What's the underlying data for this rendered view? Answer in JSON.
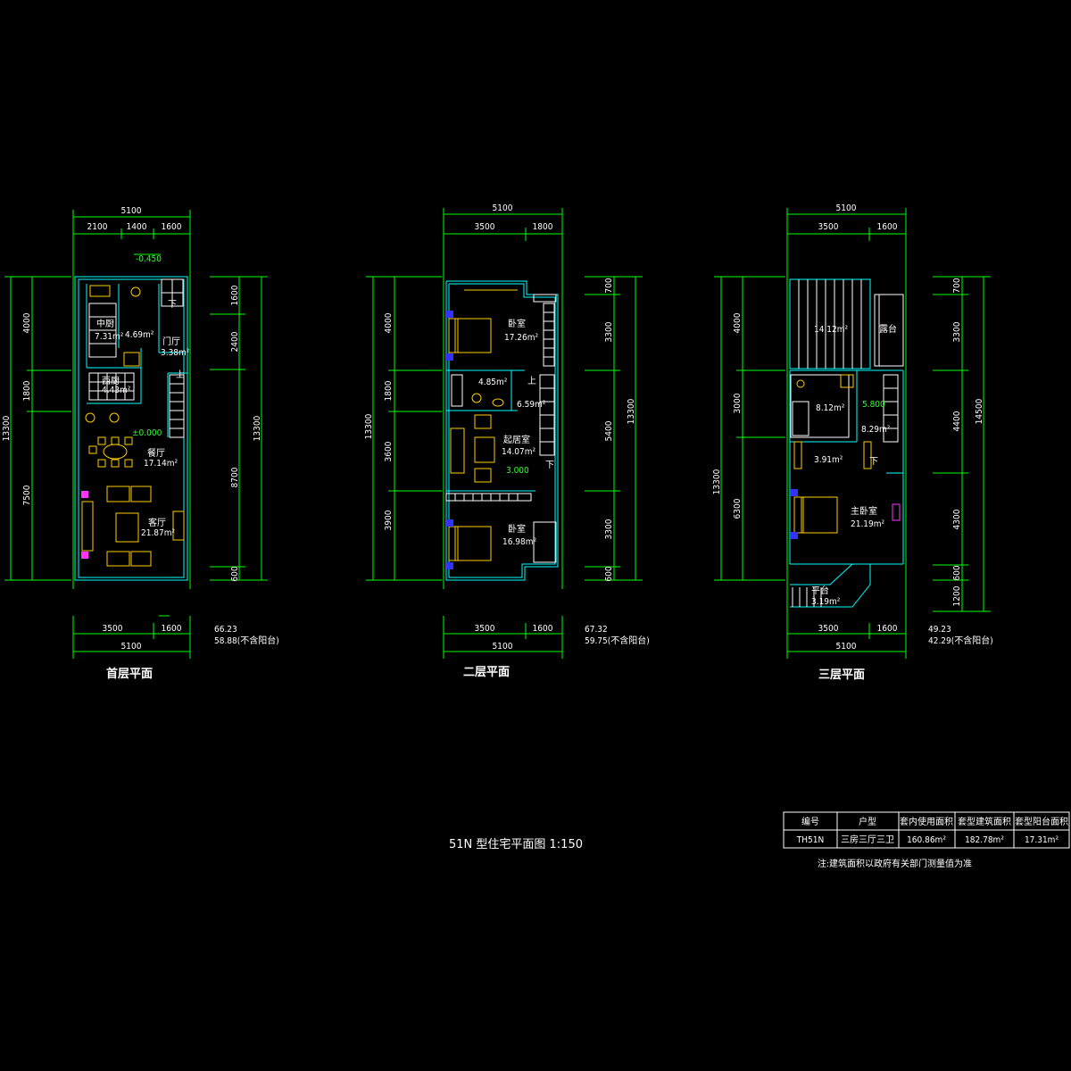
{
  "title": "51N  型住宅平面图 1:150",
  "plans": [
    {
      "caption": "首层平面",
      "top_total": "5100",
      "top_parts": [
        "2100",
        "1400",
        "1600"
      ],
      "bottom_parts": [
        "3500",
        "1600"
      ],
      "bottom_total": "5100",
      "left_total": "13300",
      "left_parts": [
        "4000",
        "1800",
        "7500"
      ],
      "right_total": "13300",
      "right_parts": [
        "1600",
        "2400",
        "8700",
        "600"
      ],
      "area_main": "66.23",
      "area_sub": "58.88(不含阳台)",
      "level_labels": [
        "-0.450",
        "±0.000"
      ],
      "rooms": [
        {
          "name": "中厨",
          "area": "7.31m²"
        },
        {
          "name": "",
          "area": "4.69m²"
        },
        {
          "name": "门厅",
          "area": "3.38m²"
        },
        {
          "name": "西厨",
          "area": "4.43m²"
        },
        {
          "name": "餐厅",
          "area": "17.14m²"
        },
        {
          "name": "客厅",
          "area": "21.87m²"
        }
      ],
      "marks": [
        "下",
        "上"
      ]
    },
    {
      "caption": "二层平面",
      "top_total": "5100",
      "top_parts": [
        "3500",
        "1800"
      ],
      "bottom_parts": [
        "3500",
        "1600"
      ],
      "bottom_total": "5100",
      "left_total": "13300",
      "left_parts": [
        "4000",
        "1800",
        "3600",
        "3900"
      ],
      "right_total": "13300",
      "right_parts": [
        "700",
        "3300",
        "5400",
        "3300",
        "600"
      ],
      "area_main": "67.32",
      "area_sub": "59.75(不含阳台)",
      "level_labels": [
        "3.000"
      ],
      "rooms": [
        {
          "name": "卧室",
          "area": "17.26m²"
        },
        {
          "name": "",
          "area": "4.85m²"
        },
        {
          "name": "",
          "area": "6.59m²"
        },
        {
          "name": "起居室",
          "area": "14.07m²"
        },
        {
          "name": "卧室",
          "area": "16.98m²"
        }
      ],
      "marks": [
        "上",
        "下"
      ]
    },
    {
      "caption": "三层平面",
      "top_total": "5100",
      "top_parts": [
        "3500",
        "1600"
      ],
      "bottom_parts": [
        "3500",
        "1600"
      ],
      "bottom_total": "5100",
      "left_total": "13300",
      "left_parts": [
        "4000",
        "3000",
        "6300"
      ],
      "right_total": "14500",
      "right_parts": [
        "700",
        "3300",
        "4400",
        "4300",
        "600",
        "1200"
      ],
      "area_main": "49.23",
      "area_sub": "42.29(不含阳台)",
      "level_labels": [
        "5.800"
      ],
      "rooms": [
        {
          "name": "",
          "area": "14.12m²"
        },
        {
          "name": "露台",
          "area": ""
        },
        {
          "name": "",
          "area": "8.12m²"
        },
        {
          "name": "",
          "area": "8.29m²"
        },
        {
          "name": "",
          "area": "3.91m²"
        },
        {
          "name": "主卧室",
          "area": "21.19m²"
        },
        {
          "name": "平台",
          "area": "3.19m²"
        }
      ],
      "marks": [
        "下"
      ]
    }
  ],
  "table": {
    "headers": [
      "编号",
      "户型",
      "套内使用面积",
      "套型建筑面积",
      "套型阳台面积"
    ],
    "row": [
      "TH51N",
      "三房三厅三卫",
      "160.86m²",
      "182.78m²",
      "17.31m²"
    ],
    "note": "注:建筑面积以政府有关部门测量值为准"
  },
  "colors": {
    "background": "#000000",
    "dimension": "#00ff00",
    "wall": "#ffffff",
    "furniture": "#ffcc00",
    "secondary": "#00ffff"
  }
}
